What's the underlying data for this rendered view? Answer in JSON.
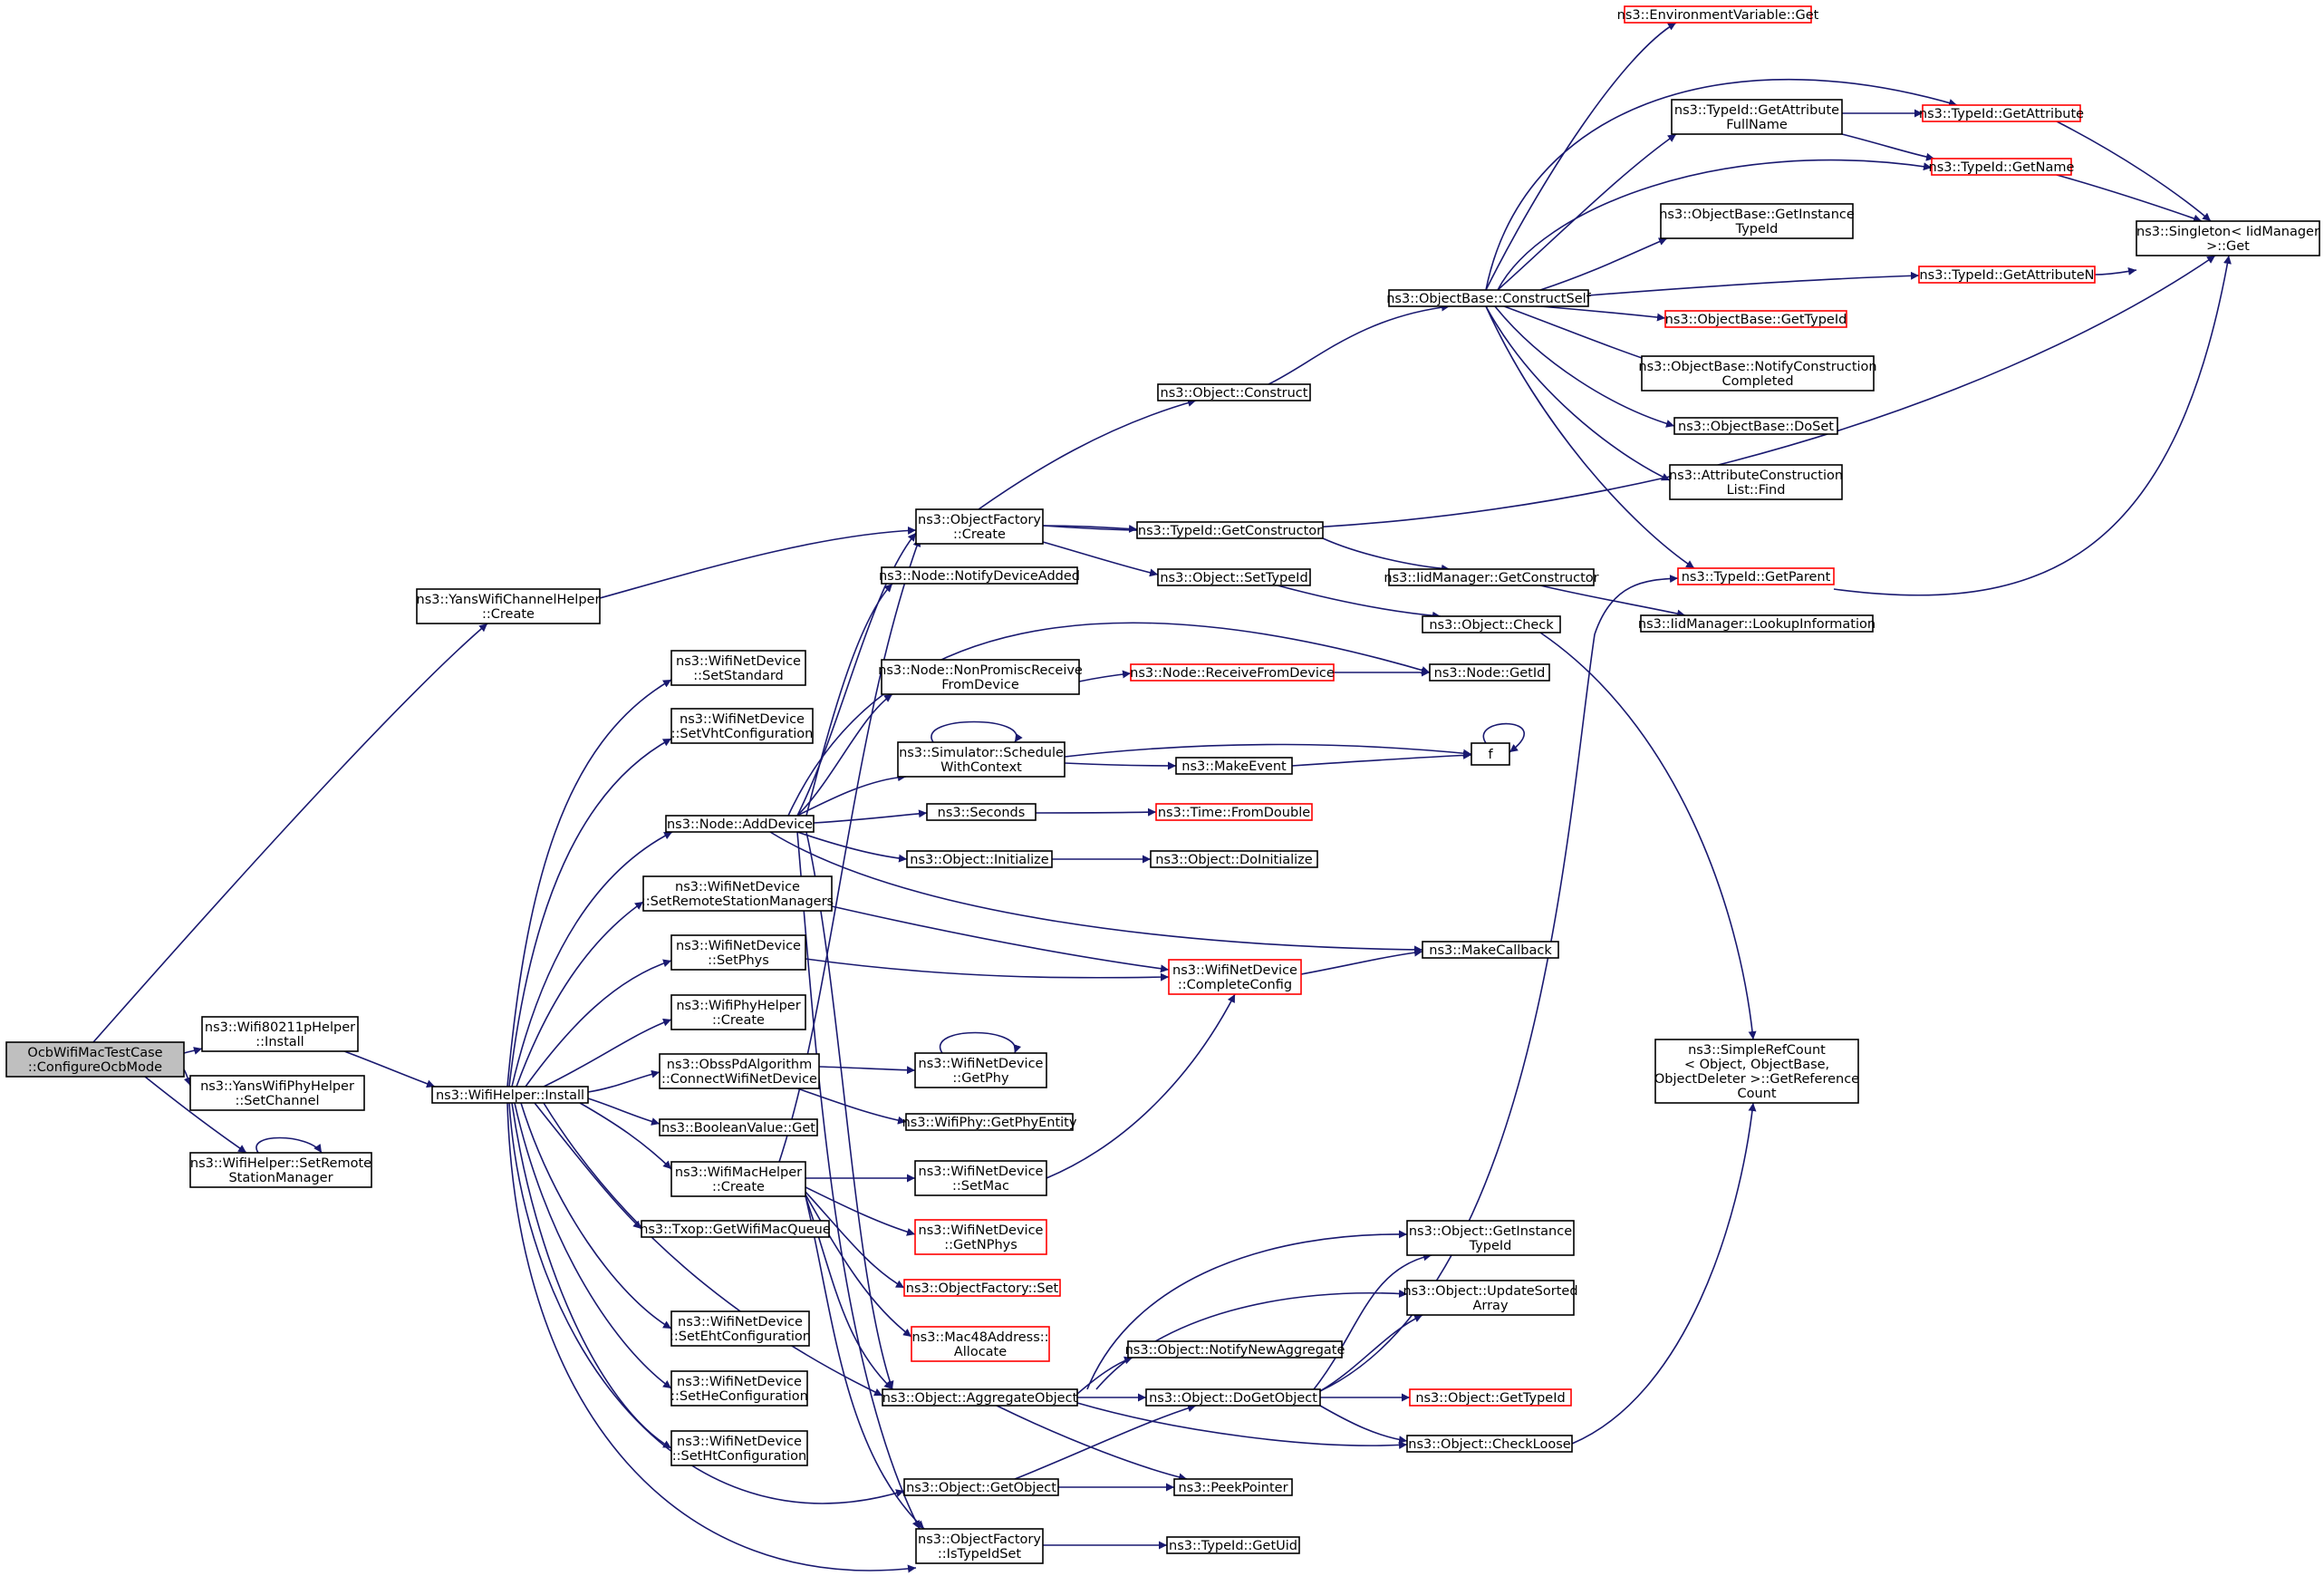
{
  "colors": {
    "edge": "#191970",
    "node_border": "#000000",
    "node_border_truncated": "#ff0000",
    "node_fill": "#ffffff",
    "root_fill": "#bfbfbf",
    "text": "#000000"
  },
  "nodes": [
    {
      "id": "root",
      "lines": [
        "OcbWifiMacTestCase",
        "::ConfigureOcbMode"
      ],
      "root": true
    },
    {
      "id": "yansChanCreate",
      "lines": [
        "ns3::YansWifiChannelHelper",
        "::Create"
      ]
    },
    {
      "id": "w80211Install",
      "lines": [
        "ns3::Wifi80211pHelper",
        "::Install"
      ]
    },
    {
      "id": "yansPhySetChannel",
      "lines": [
        "ns3::YansWifiPhyHelper",
        "::SetChannel"
      ]
    },
    {
      "id": "setRemoteStation",
      "lines": [
        "ns3::WifiHelper::SetRemote",
        "StationManager"
      ]
    },
    {
      "id": "wifiHelperInstall",
      "lines": [
        "ns3::WifiHelper::Install"
      ]
    },
    {
      "id": "setStandard",
      "lines": [
        "ns3::WifiNetDevice",
        "::SetStandard"
      ]
    },
    {
      "id": "setVht",
      "lines": [
        "ns3::WifiNetDevice",
        "::SetVhtConfiguration"
      ]
    },
    {
      "id": "nodeAddDevice",
      "lines": [
        "ns3::Node::AddDevice"
      ]
    },
    {
      "id": "setRSM",
      "lines": [
        "ns3::WifiNetDevice",
        "::SetRemoteStationManagers"
      ]
    },
    {
      "id": "setPhys",
      "lines": [
        "ns3::WifiNetDevice",
        "::SetPhys"
      ]
    },
    {
      "id": "phyHelperCreate",
      "lines": [
        "ns3::WifiPhyHelper",
        "::Create"
      ]
    },
    {
      "id": "obssConnect",
      "lines": [
        "ns3::ObssPdAlgorithm",
        "::ConnectWifiNetDevice"
      ]
    },
    {
      "id": "boolGet",
      "lines": [
        "ns3::BooleanValue::Get"
      ]
    },
    {
      "id": "macHelperCreate",
      "lines": [
        "ns3::WifiMacHelper",
        "::Create"
      ]
    },
    {
      "id": "txopGetQueue",
      "lines": [
        "ns3::Txop::GetWifiMacQueue"
      ]
    },
    {
      "id": "setEht",
      "lines": [
        "ns3::WifiNetDevice",
        "::SetEhtConfiguration"
      ]
    },
    {
      "id": "setHe",
      "lines": [
        "ns3::WifiNetDevice",
        "::SetHeConfiguration"
      ]
    },
    {
      "id": "setHt",
      "lines": [
        "ns3::WifiNetDevice",
        "::SetHtConfiguration"
      ]
    },
    {
      "id": "ofCreate",
      "lines": [
        "ns3::ObjectFactory",
        "::Create"
      ]
    },
    {
      "id": "nodeNotify",
      "lines": [
        "ns3::Node::NotifyDeviceAdded"
      ]
    },
    {
      "id": "nodeNonPromisc",
      "lines": [
        "ns3::Node::NonPromiscReceive",
        "FromDevice"
      ]
    },
    {
      "id": "schedCtx",
      "lines": [
        "ns3::Simulator::Schedule",
        "WithContext"
      ]
    },
    {
      "id": "seconds",
      "lines": [
        "ns3::Seconds"
      ]
    },
    {
      "id": "objInit",
      "lines": [
        "ns3::Object::Initialize"
      ]
    },
    {
      "id": "getPhy",
      "lines": [
        "ns3::WifiNetDevice",
        "::GetPhy"
      ]
    },
    {
      "id": "getPhyEntity",
      "lines": [
        "ns3::WifiPhy::GetPhyEntity"
      ]
    },
    {
      "id": "setMac",
      "lines": [
        "ns3::WifiNetDevice",
        "::SetMac"
      ]
    },
    {
      "id": "getNPhys",
      "lines": [
        "ns3::WifiNetDevice",
        "::GetNPhys"
      ],
      "truncated": true
    },
    {
      "id": "ofSet",
      "lines": [
        "ns3::ObjectFactory::Set"
      ],
      "truncated": true
    },
    {
      "id": "macAlloc",
      "lines": [
        "ns3::Mac48Address::",
        "Allocate"
      ],
      "truncated": true
    },
    {
      "id": "aggObj",
      "lines": [
        "ns3::Object::AggregateObject"
      ]
    },
    {
      "id": "getObj",
      "lines": [
        "ns3::Object::GetObject"
      ]
    },
    {
      "id": "ofIsTypeIdSet",
      "lines": [
        "ns3::ObjectFactory",
        "::IsTypeIdSet"
      ]
    },
    {
      "id": "objConstruct",
      "lines": [
        "ns3::Object::Construct"
      ]
    },
    {
      "id": "tidGetCtor",
      "lines": [
        "ns3::TypeId::GetConstructor"
      ]
    },
    {
      "id": "objSetTypeId",
      "lines": [
        "ns3::Object::SetTypeId"
      ]
    },
    {
      "id": "nodeRecv",
      "lines": [
        "ns3::Node::ReceiveFromDevice"
      ],
      "truncated": true
    },
    {
      "id": "makeEvent",
      "lines": [
        "ns3::MakeEvent"
      ]
    },
    {
      "id": "timeFromDouble",
      "lines": [
        "ns3::Time::FromDouble"
      ],
      "truncated": true
    },
    {
      "id": "objDoInit",
      "lines": [
        "ns3::Object::DoInitialize"
      ]
    },
    {
      "id": "completeConfig",
      "lines": [
        "ns3::WifiNetDevice",
        "::CompleteConfig"
      ],
      "truncated": true
    },
    {
      "id": "notifyNewAgg",
      "lines": [
        "ns3::Object::NotifyNewAggregate"
      ]
    },
    {
      "id": "doGetObj",
      "lines": [
        "ns3::Object::DoGetObject"
      ]
    },
    {
      "id": "peekPtr",
      "lines": [
        "ns3::PeekPointer"
      ]
    },
    {
      "id": "tidGetUid",
      "lines": [
        "ns3::TypeId::GetUid"
      ]
    },
    {
      "id": "obConstructSelf",
      "lines": [
        "ns3::ObjectBase::ConstructSelf"
      ]
    },
    {
      "id": "iidGetCtor",
      "lines": [
        "ns3::IidManager::GetConstructor"
      ]
    },
    {
      "id": "objCheck",
      "lines": [
        "ns3::Object::Check"
      ]
    },
    {
      "id": "nodeGetId",
      "lines": [
        "ns3::Node::GetId"
      ]
    },
    {
      "id": "f",
      "lines": [
        "f"
      ]
    },
    {
      "id": "makeCallback",
      "lines": [
        "ns3::MakeCallback"
      ]
    },
    {
      "id": "objGetInstTid",
      "lines": [
        "ns3::Object::GetInstance",
        "TypeId"
      ]
    },
    {
      "id": "objUpdSorted",
      "lines": [
        "ns3::Object::UpdateSorted",
        "Array"
      ]
    },
    {
      "id": "objGetTid",
      "lines": [
        "ns3::Object::GetTypeId"
      ],
      "truncated": true
    },
    {
      "id": "objCheckLoose",
      "lines": [
        "ns3::Object::CheckLoose"
      ]
    },
    {
      "id": "envVarGet",
      "lines": [
        "ns3::EnvironmentVariable::Get"
      ],
      "truncated": true
    },
    {
      "id": "tidGetAttrFull",
      "lines": [
        "ns3::TypeId::GetAttribute",
        "FullName"
      ]
    },
    {
      "id": "tidGetAttr",
      "lines": [
        "ns3::TypeId::GetAttribute"
      ],
      "truncated": true
    },
    {
      "id": "tidGetName",
      "lines": [
        "ns3::TypeId::GetName"
      ],
      "truncated": true
    },
    {
      "id": "obGetInstTid",
      "lines": [
        "ns3::ObjectBase::GetInstance",
        "TypeId"
      ]
    },
    {
      "id": "tidGetAttrN",
      "lines": [
        "ns3::TypeId::GetAttributeN"
      ],
      "truncated": true
    },
    {
      "id": "obGetTid",
      "lines": [
        "ns3::ObjectBase::GetTypeId"
      ],
      "truncated": true
    },
    {
      "id": "obNotifyCC",
      "lines": [
        "ns3::ObjectBase::NotifyConstruction",
        "Completed"
      ]
    },
    {
      "id": "obDoSet",
      "lines": [
        "ns3::ObjectBase::DoSet"
      ]
    },
    {
      "id": "attrConstrFind",
      "lines": [
        "ns3::AttributeConstruction",
        "List::Find"
      ]
    },
    {
      "id": "tidGetParent",
      "lines": [
        "ns3::TypeId::GetParent"
      ],
      "truncated": true
    },
    {
      "id": "iidLookup",
      "lines": [
        "ns3::IidManager::LookupInformation"
      ]
    },
    {
      "id": "singletonGet",
      "lines": [
        "ns3::Singleton< IidManager",
        " >::Get"
      ]
    },
    {
      "id": "simpleRefCount",
      "lines": [
        "ns3::SimpleRefCount",
        "< Object, ObjectBase,",
        " ObjectDeleter >::GetReference",
        "Count"
      ]
    }
  ]
}
